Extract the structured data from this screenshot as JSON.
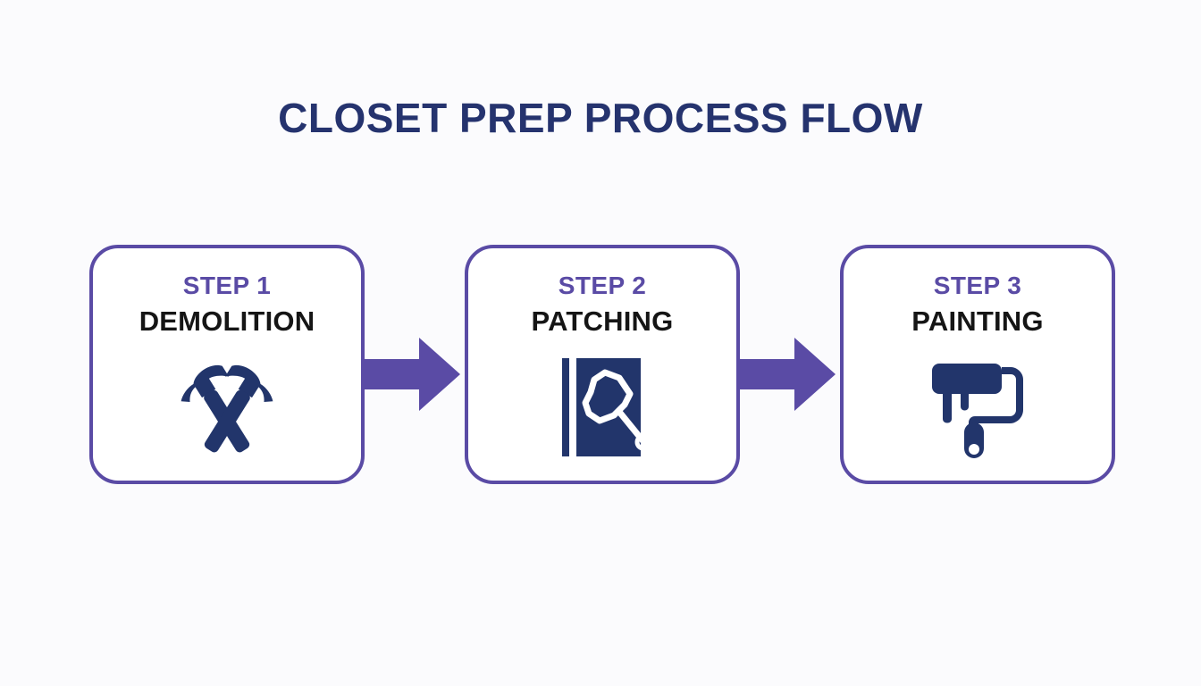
{
  "page": {
    "title": "CLOSET PREP PROCESS FLOW",
    "background_color": "#fbfbfd"
  },
  "colors": {
    "title_navy": "#25336e",
    "accent_purple": "#5a4ba5",
    "step_label_purple": "#5a4ba5",
    "step_name_black": "#151515",
    "icon_navy": "#22356b",
    "card_background": "#ffffff",
    "card_border": "#5a4ba5",
    "arrow_fill": "#5a4ba5"
  },
  "flow": {
    "steps": [
      {
        "step_label": "STEP 1",
        "name": "DEMOLITION",
        "icon": "crossed-hammers-icon"
      },
      {
        "step_label": "STEP 2",
        "name": "PATCHING",
        "icon": "putty-knife-wall-icon"
      },
      {
        "step_label": "STEP 3",
        "name": "PAINTING",
        "icon": "paint-roller-icon"
      }
    ],
    "connectors": [
      {
        "icon": "arrow-right-icon",
        "from": "STEP 1",
        "to": "STEP 2"
      },
      {
        "icon": "arrow-right-icon",
        "from": "STEP 2",
        "to": "STEP 3"
      }
    ]
  }
}
